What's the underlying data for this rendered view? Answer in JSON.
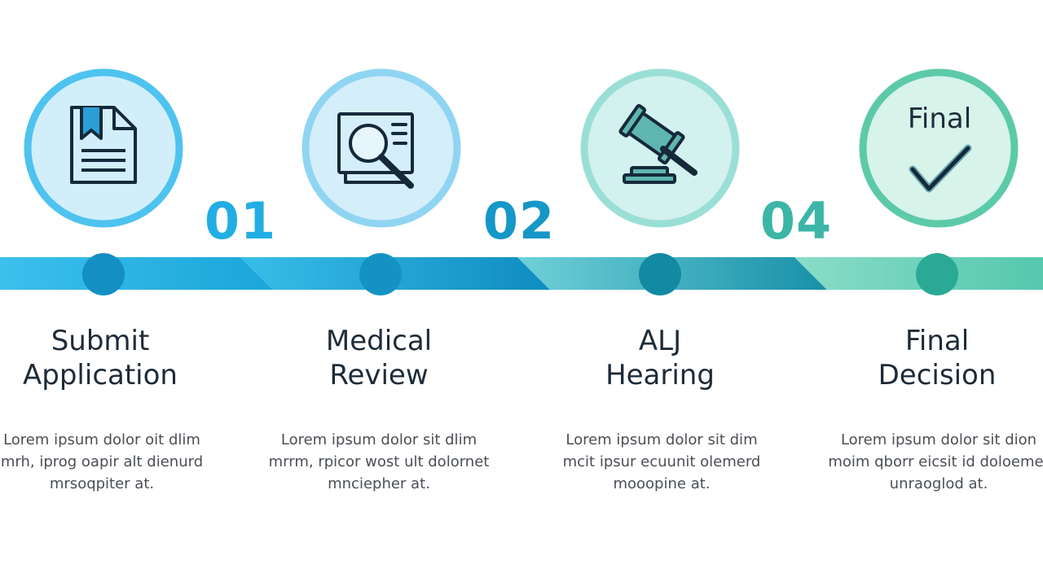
{
  "colors": {
    "step1": "#29b1e6",
    "step2": "#1aa2d0",
    "step3": "#39b8a8",
    "step4": "#4cc4a4",
    "title_text": "#1e2b38",
    "desc_text": "#4a4f55"
  },
  "steps": [
    {
      "number": "01",
      "icon": "document-icon",
      "icon_text": "",
      "title_line1": "Submit",
      "title_line2": "Application",
      "desc_line1": "Lorem ipsum dolor oit dlim",
      "desc_line2": "mrh, iprog oapir alt dienurd",
      "desc_line3": "mrsoqpiter at."
    },
    {
      "number": "02",
      "icon": "magnifier-icon",
      "icon_text": "",
      "title_line1": "Medical",
      "title_line2": "Review",
      "desc_line1": "Lorem ipsum dolor sit dlim",
      "desc_line2": "mrrm, rpicor wost ult dolornet",
      "desc_line3": "mnciepher at."
    },
    {
      "number": "04",
      "icon": "gavel-icon",
      "icon_text": "",
      "title_line1": "ALJ",
      "title_line2": "Hearing",
      "desc_line1": "Lorem ipsum dolor sit dim",
      "desc_line2": "mcit ipsur ecuunit olemerd",
      "desc_line3": "mooopine at."
    },
    {
      "number": "",
      "icon": "checkmark-icon",
      "icon_text": "Final",
      "title_line1": "Final",
      "title_line2": "Decision",
      "desc_line1": "Lorem ipsum dolor sit dion",
      "desc_line2": "moim qborr eicsit id doloemet",
      "desc_line3": "unraoglod at."
    }
  ]
}
